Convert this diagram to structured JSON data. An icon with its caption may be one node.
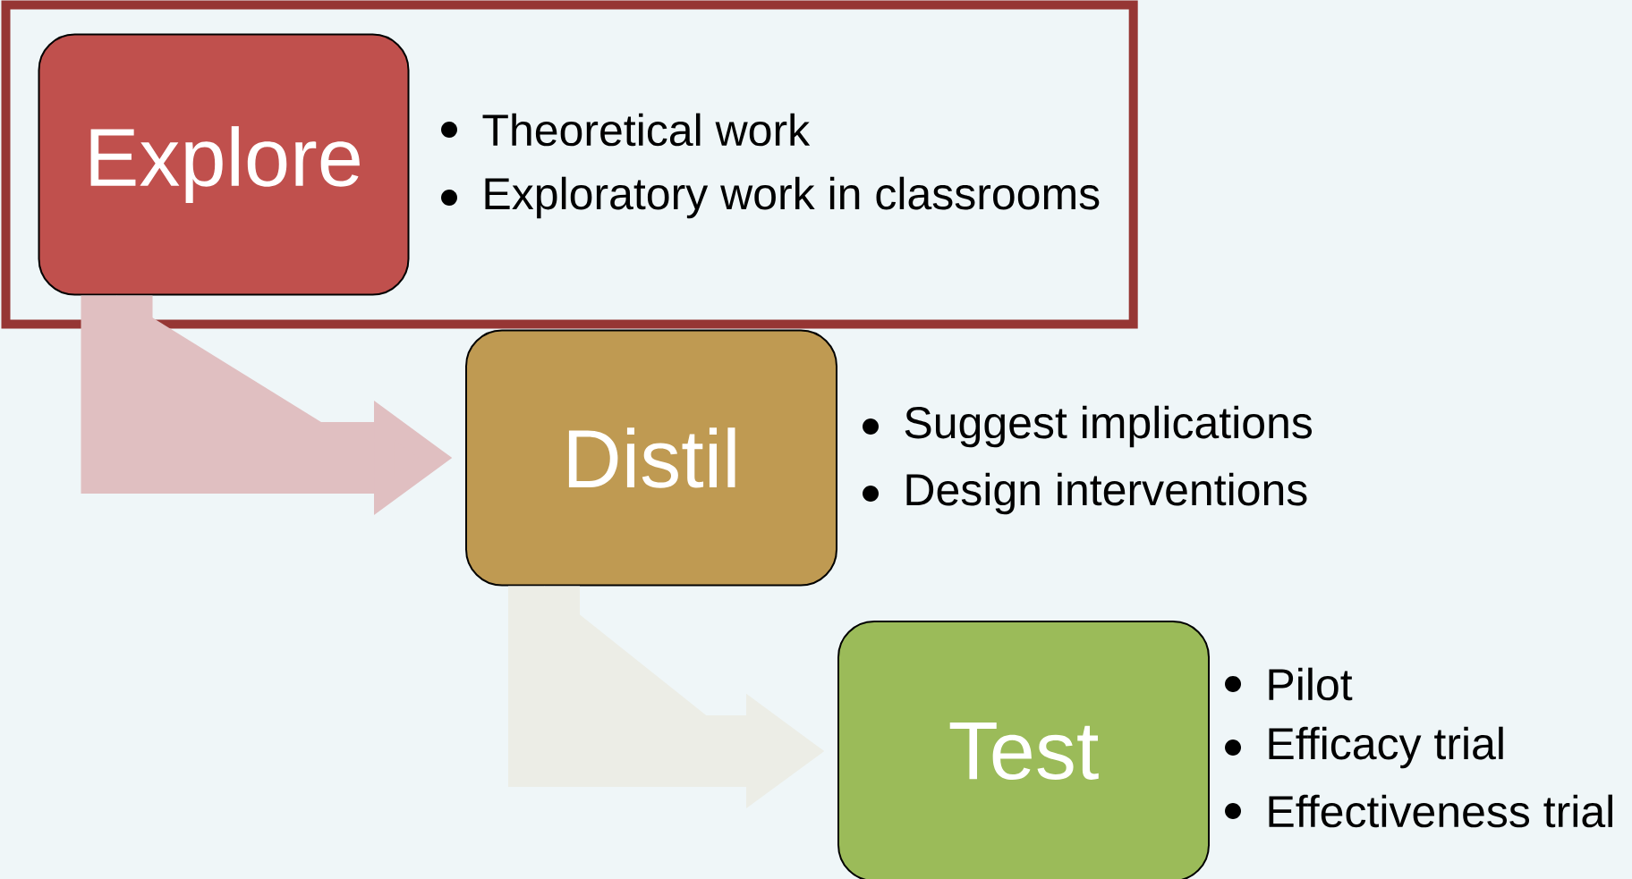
{
  "diagram": {
    "nodes": [
      {
        "text": [],
        "shape": "box"
      },
      {
        "text": [
          "Explore"
        ],
        "in": 0,
        "beside": [
          "Theoretical work",
          "Exploratory work in classrooms"
        ]
      },
      {
        "text": [
          "Distil"
        ],
        "beside": [
          "Suggest implications",
          "Design interventions"
        ]
      },
      {
        "text": [
          "Test"
        ],
        "beside": [
          "Pilot",
          "Efficacy trial",
          "Effectiveness trial"
        ]
      }
    ],
    "edges": [
      {
        "from": 1,
        "to": 2,
        "arrow": "to",
        "color": "#e0bfc1"
      },
      {
        "from": 2,
        "to": 3,
        "arrow": "to",
        "color": "#ecede6"
      }
    ]
  }
}
